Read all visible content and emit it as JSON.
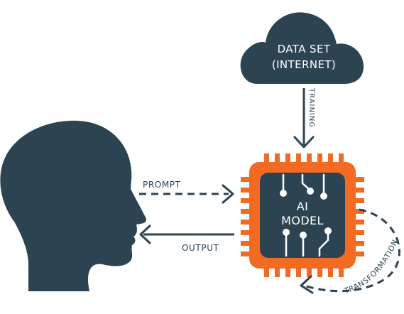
{
  "colors": {
    "dark": "#2c4352",
    "orange": "#f26a24",
    "background": "#ffffff",
    "text_on_dark": "#ffffff"
  },
  "cloud": {
    "line1": "DATA SET",
    "line2": "(INTERNET)"
  },
  "chip": {
    "line1": "AI",
    "line2": "MODEL"
  },
  "arrows": {
    "training": "TRAINING",
    "prompt": "PROMPT",
    "output": "OUTPUT",
    "transformation": "TRANSFORMATION"
  },
  "icons": [
    "head-silhouette-icon",
    "cloud-icon",
    "microchip-icon"
  ]
}
